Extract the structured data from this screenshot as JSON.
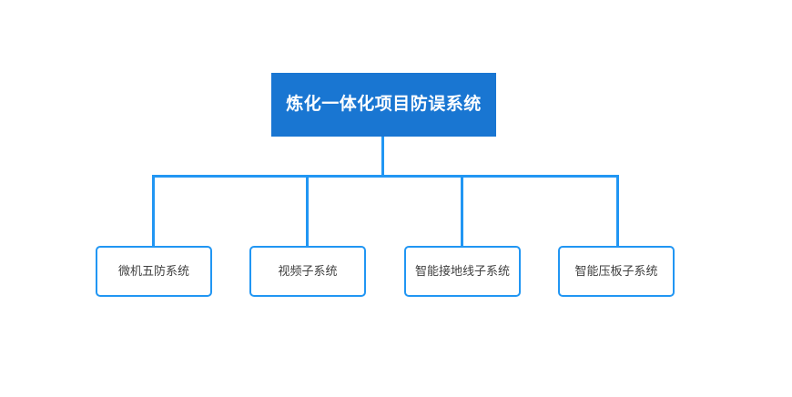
{
  "diagram": {
    "type": "org-tree",
    "orientation": "top-down",
    "background_color": "#ffffff",
    "root": {
      "label": "炼化一体化项目防误系统",
      "fill_color": "#1976d2",
      "text_color": "#ffffff"
    },
    "children": [
      {
        "label": "微机五防系统"
      },
      {
        "label": "视频子系统"
      },
      {
        "label": "智能接地线子系统"
      },
      {
        "label": "智能压板子系统"
      }
    ],
    "child_style": {
      "fill_color": "#ffffff",
      "border_color": "#2196f3",
      "text_color": "#404040"
    },
    "connector_color": "#2196f3"
  }
}
